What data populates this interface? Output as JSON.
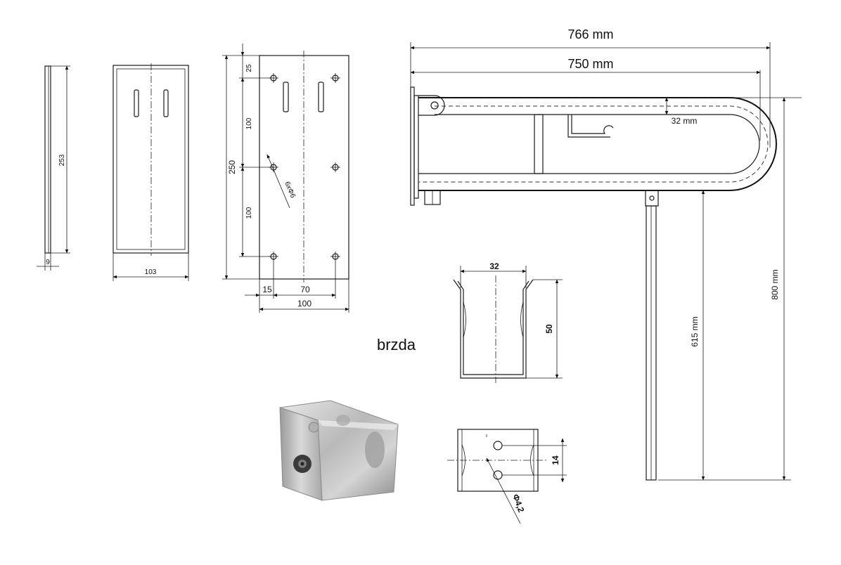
{
  "labels": {
    "brake": "brzda",
    "side_height": "253",
    "side_thickness": "9",
    "front_width": "103",
    "plate_height": "250",
    "plate_top_offset": "25",
    "plate_spacing_1": "100",
    "plate_spacing_2": "100",
    "holes": "6xΦ6",
    "plate_edge_offset": "15",
    "plate_hole_spacing": "70",
    "plate_width": "100",
    "total_length": "766 mm",
    "bar_length": "750 mm",
    "tube_diameter": "32 mm",
    "mount_height": "800 mm",
    "leg_height": "615 mm",
    "brake_width": "32",
    "brake_height": "50",
    "brake_hole_spacing": "14",
    "brake_hole_diameter": "Φ4,2"
  }
}
